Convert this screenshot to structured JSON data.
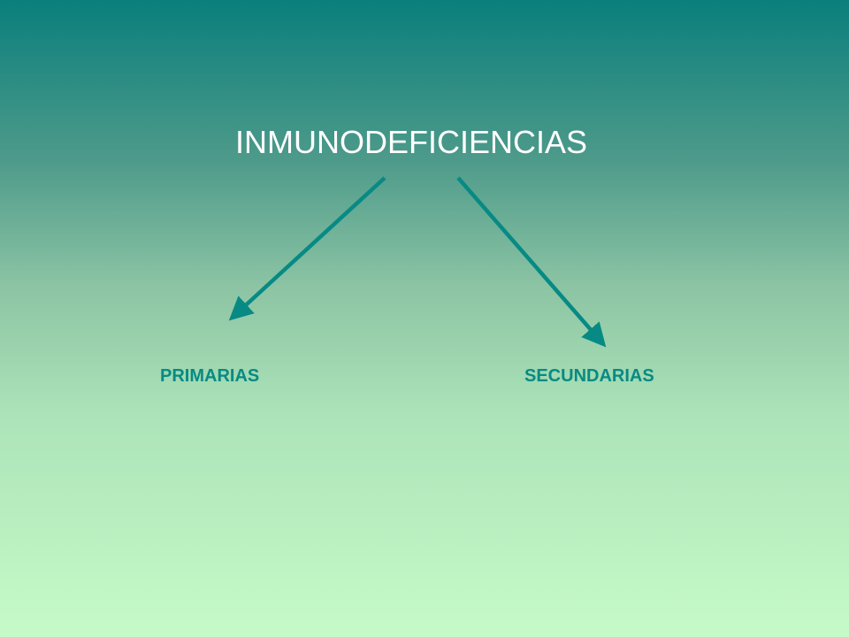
{
  "slide": {
    "title": "INMUNODEFICIENCIAS",
    "branches": [
      {
        "label": "PRIMARIAS"
      },
      {
        "label": "SECUNDARIAS"
      }
    ]
  },
  "colors": {
    "background_top": "#0a7f7c",
    "background_bottom": "#c6fbc8",
    "title_text": "#ffffff",
    "label_text": "#088a84",
    "arrow": "#088a84"
  }
}
